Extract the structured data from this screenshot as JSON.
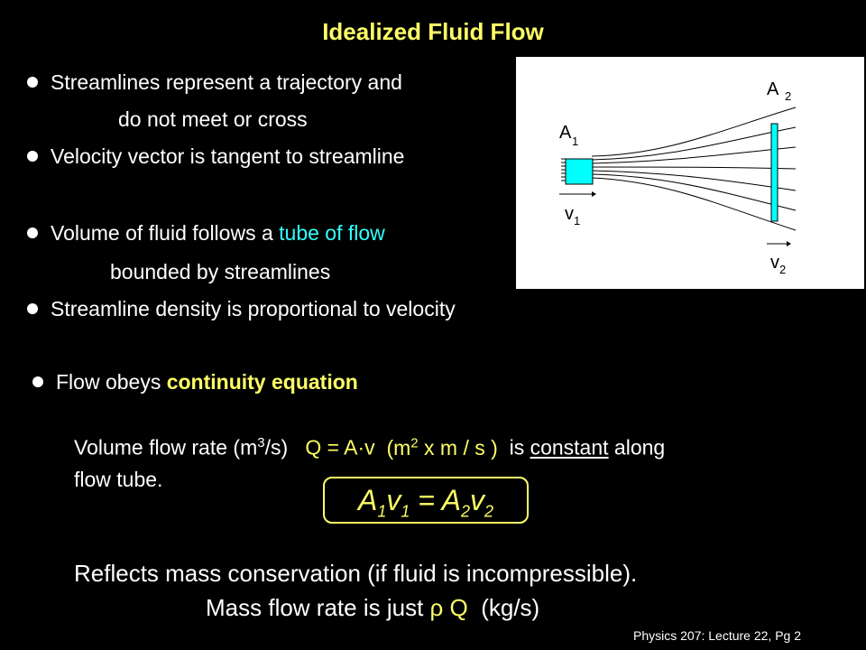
{
  "title": "Idealized Fluid Flow",
  "bullets": [
    {
      "line1": "Streamlines represent a trajectory and",
      "line2": "do not meet or cross"
    },
    {
      "line1": "Velocity vector is tangent to streamline"
    },
    {
      "pre": "Volume of fluid follows a ",
      "highlight": "tube of flow",
      "line2": "bounded by streamlines"
    },
    {
      "line1": "Streamline density is proportional to velocity"
    }
  ],
  "continuity": {
    "pre": "Flow obeys ",
    "highlight": "continuity equation"
  },
  "flow_rate": {
    "label": "Volume flow rate (m",
    "label_sup": "3",
    "label_post": "/s)",
    "eq": "Q = A·v",
    "units_pre": "(m",
    "units_sup": "2",
    "units_post": " x m / s )",
    "tail_pre": "is ",
    "tail_under": "constant",
    "tail_post": " along",
    "line2": "flow tube."
  },
  "equation": {
    "a1": "A",
    "s1": "1",
    "v1": "v",
    "s2": "1",
    "eq": " = ",
    "a2": "A",
    "s3": "2",
    "v2": "v",
    "s4": "2"
  },
  "mass": {
    "line1": "Reflects mass conservation (if fluid is incompressible).",
    "line2_pre": "Mass flow rate is just ",
    "rho": "ρ Q",
    "line2_post": "  (kg/s)"
  },
  "figure": {
    "A": "A",
    "one": "1",
    "two": "2",
    "v": "v"
  },
  "footer": "Physics 207: Lecture 22, Pg 2"
}
